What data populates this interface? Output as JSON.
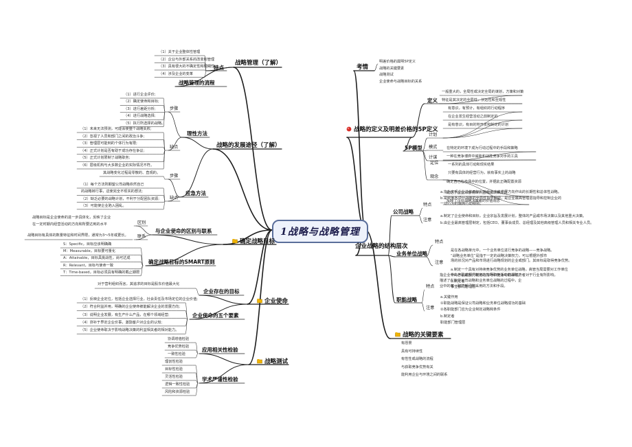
{
  "center": "1战略与战略管理",
  "left": {
    "mgmt": {
      "title": "战略管理（了解）",
      "feature": "特点",
      "items": [
        "（1）关于企业整体性管理",
        "（2）企业与外部关系的改变和管理",
        "（3）具有很大的不确定性和模糊性",
        "（4）涉及企业的变革"
      ],
      "process": "战略管理的流程"
    },
    "dev": {
      "title": "战略的发展途径（了解）",
      "rational": "理性方法",
      "steps_label": "步骤",
      "steps": [
        "（1）进行企业评价;",
        "（2）确定使命和目标;",
        "（3）进行差距分析;",
        "（4）进行战略选择;",
        "（5）执行所选择的战略。"
      ],
      "weak_label": "缺点",
      "weaks": [
        "（1）未来无法预测，可能会使整个战略失败;",
        "（2）忽视了人员和部门之间的政治斗争;",
        "（3）管理层可能到的个体行为有限;",
        "（4）正式计划是否有助于成功存在争议;",
        "（5）正式计划限制了战略职务;",
        "（6）层级机构与大多数企业的实际情况不符。"
      ],
      "emergent": "应急方法",
      "em_steps_label": "步骤",
      "em_steps": [
        "其战略变化过程是零散的、直观的。"
      ],
      "em_weak_label": "缺点",
      "em_weaks": [
        "（1）每个方法则期望公司战略依然自己",
        "的战略转行事，这使完全不现实的想法;",
        "（2）缺乏必要的战略计划，不利于分配团队资源;",
        "（3）可能使企业陷入困乱。"
      ]
    },
    "goal": {
      "title": "确定战略目标",
      "rel_title": "与企业使命的区别与联系",
      "diff": "区别",
      "link": "联系",
      "diff_text": [
        "战略目标是企业使命的进一步具体化，反映了企业",
        "在一定时期内经营活动的方向和所要达到的水平"
      ],
      "link_text": "战略目标有具体的数量特征和时间界限，通常为3～5年或更长。",
      "smart_title": "确定战略目标的SMART原则",
      "smart": [
        "S：Specific，目标应该明确确",
        "M：Measurable，目标要可量化",
        "A：Attainable，目标具挑战性，尚可达成",
        "R：Relevant，目标与使命一致",
        "T：Time-based，目标必须具有明确的截止期限"
      ]
    },
    "mission": {
      "title": "企业使命",
      "goal_label": "企业存在的目标",
      "goal_text": "对于营利组织而言，其追求的目标是股东价值最大化",
      "five_label": "企业使命的五个要素",
      "five": [
        "（1）反映企业定位，包括企业选择行业，社会责任及市场定位的企业价值;",
        "（2）符合利益并用，明确的企业使命被能解决企业的发展方向;",
        "（3）说明企业发展，有生产什么产品，在哪个领域经营;",
        "（4）弥补于界定企业价事，激励客户对企业的认知;",
        "（5）企业使命取决于影响战略决策的利益相关者的相对能力。"
      ]
    },
    "test": {
      "title": "战略测试",
      "rel_label": "应用相关性检验",
      "rel": [
        "协调增值检验",
        "竞争优势检验",
        "一致性检验"
      ],
      "str_label": "学术严谨性检验",
      "str": [
        "理创性检验",
        "目标性检验",
        "灵活性检验",
        "逻辑一致性检验",
        "风险和资源检验"
      ]
    }
  },
  "right": {
    "consider": {
      "title": "考情",
      "items": [
        "明差价格的属明5P定义",
        "战略的关键要素",
        "战略测试",
        "企业使命与战略目标的关系"
      ]
    },
    "def": {
      "title": "战略的定义及明差价格的5P定义",
      "def_label": "定义",
      "def_text": [
        "一般重大的，全局性或决定全局的谋划，方策和对策",
        "特征是其决定的全局性，长远性和至观性"
      ],
      "fivep": "5P模型",
      "plan_label": "计划",
      "plan": [
        "有意识，有预计，有组织的行动程序",
        "在企业发生经营活动之前制定的",
        "是有意识，有目的地开发和制定的计划"
      ],
      "ploy_label": "计谋",
      "ploy": [
        "在特定的环境下成为行动过程中的手段和策略",
        "一种在竞争博弈中威胁和战胜竞争对手的工具"
      ],
      "pattern_label": "模式",
      "pattern": [
        "一系列的具体行动和现实结果",
        "只要有具体的经营行为，就有事实上的战略"
      ],
      "position_label": "定位",
      "position": [
        "确定自己在市场中的位置，并据此正确配置资源"
      ],
      "perspective_label": "观念",
      "perspective": [
        "是这了企业对客观世界固有的认知方式",
        "反映了企业战略决策者的价值观念"
      ]
    },
    "levels": {
      "title": "企业战略的结构层次",
      "corp": "公司战略",
      "corp_feat": "特点",
      "corp_feat_text": [
        "a.指为实现企业总体目标，对企业未来发展方向作出的长期性和总体性战略。",
        "b.是统筹各项分战略的全局性指导纲领，是企业最高管理层指导和控制企业的",
        "一切行为的最高行动纲领。"
      ],
      "corp_note": "注意",
      "corp_note_text": [
        "a.制定了企业使命和目标，企业宗旨及发展计划，整体的产品或市场决策以及其他重大决策。",
        "b.由企业最高管理层制定，包括CEO、董事会成员、总经理及其他高级管理人员和相关专业人员。"
      ],
      "biz": "业务单位战略",
      "biz_feat": "特点",
      "biz_feat_text": [
        "是在各战略单元中，一个业务单位进行竞争的战略——竞争战略。",
        "“战略业务单位”是指于一定的战略决策权力，可以根据外部市",
        "场的状况对产品和市场进行战略规划的企业或部门。其目标是取得竞争优势。"
      ],
      "biz_note": "注意",
      "biz_note_text": [
        "a.制定一个具有对持续竞争优势的业务单位战略，高管当局需要对工作单位",
        "什么产品或服务能够在市场中竞争中获得优势者对于行业有所影响。",
        "b.制定者",
        "事业部门管理层"
      ],
      "func": "职能战略",
      "func_feat": "特点",
      "func_feat_text": [
        "指企业中的各职能部门制定的指导职能活动的战略。",
        "描述了在执行公司战略和业务单位战略的过程中，企",
        "业中的每一职能部门所采用的方法和手段。"
      ],
      "func_note": "注意",
      "func_note_text": [
        "a.关键作用",
        "①职能战略是保证公司战略和业务单位战略成功的基础",
        "②各职能部门应为企业制定战略和条件",
        "b.制定者",
        "职能部门管理层"
      ]
    },
    "key": {
      "title": "战略的关键要素",
      "items": [
        "有愿景",
        "具有可持续性",
        "有性性或战略的流程",
        "与获取竞争优势有关",
        "能利用企业与环境之间的联系"
      ]
    }
  },
  "colors": {
    "branch": "#1c1c1c",
    "center_border": "#5a6e9a",
    "center_fill": "#eef2fb"
  }
}
